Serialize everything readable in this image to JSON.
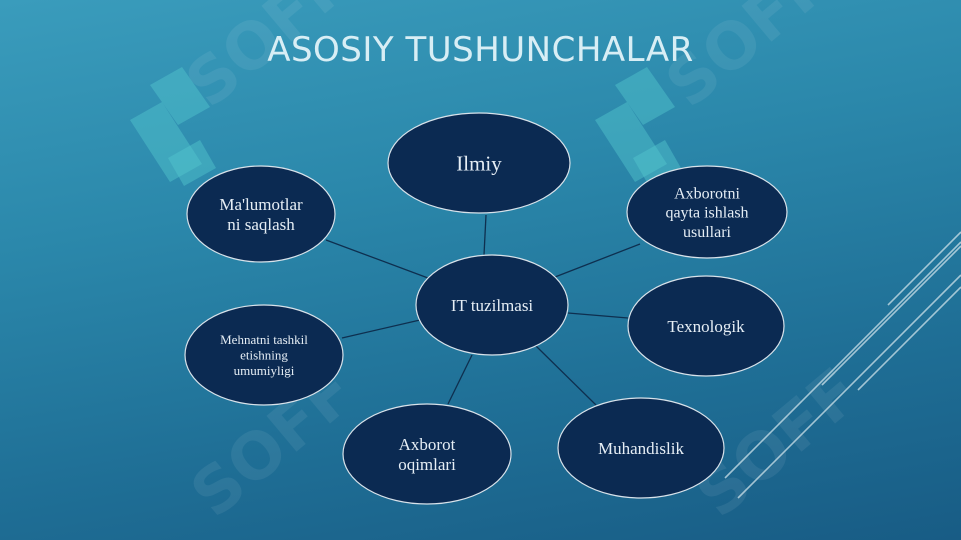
{
  "slide": {
    "title": "ASOSIY TUSHUNCHALAR",
    "watermark_text": "SOFF"
  },
  "colors": {
    "node_fill": "#0b2a52",
    "node_stroke": "#d8e2ea",
    "edge": "#0e2f4f",
    "deco_lines": "#cfe3ea"
  },
  "diagram": {
    "center": {
      "label": "IT tuzilmasi"
    },
    "nodes": [
      {
        "id": "ilmiy",
        "lines": [
          "Ilmiy"
        ]
      },
      {
        "id": "axborotni",
        "lines": [
          "Axborotni",
          "qayta ishlash",
          "usullari"
        ]
      },
      {
        "id": "texnologik",
        "lines": [
          "Texnologik"
        ]
      },
      {
        "id": "muhandislik",
        "lines": [
          "Muhandislik"
        ]
      },
      {
        "id": "axborot-oqimlari",
        "lines": [
          "Axborot",
          "oqimlari"
        ]
      },
      {
        "id": "mehnatni",
        "lines": [
          "Mehnatni tashkil",
          "etishning",
          "umumiyligi"
        ]
      },
      {
        "id": "malumotlar",
        "lines": [
          "Ma'lumotlar",
          "ni saqlash"
        ]
      }
    ]
  }
}
